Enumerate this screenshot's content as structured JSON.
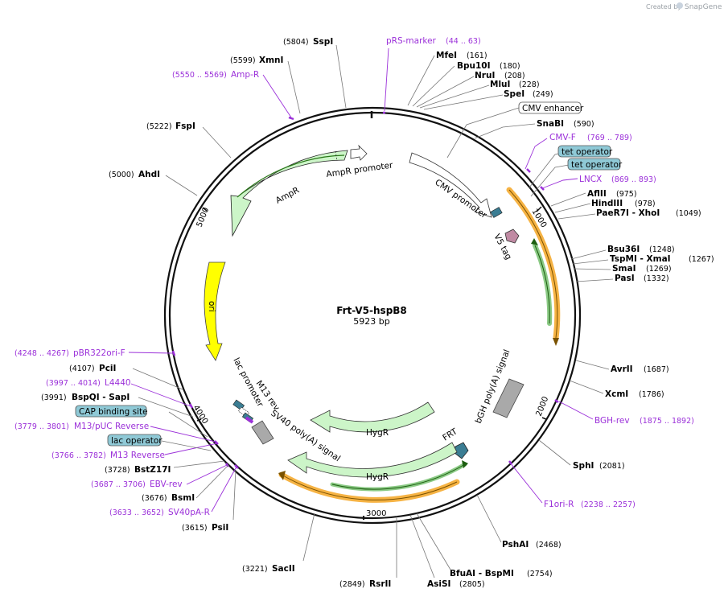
{
  "credit": {
    "prefix": "Created by",
    "brand": "SnapGene"
  },
  "map": {
    "name": "Frt-V5-hspB8",
    "length": "5923 bp"
  },
  "ruler": [
    "1000",
    "2000",
    "3000",
    "4000",
    "5000"
  ],
  "enzymes": [
    {
      "name": "SspI",
      "pos": "(5804)"
    },
    {
      "name": "XmnI",
      "pos": "(5599)"
    },
    {
      "name": "FspI",
      "pos": "(5222)"
    },
    {
      "name": "AhdI",
      "pos": "(5000)"
    },
    {
      "name": "MfeI",
      "pos": "(161)"
    },
    {
      "name": "Bpu10I",
      "pos": "(180)"
    },
    {
      "name": "NruI",
      "pos": "(208)"
    },
    {
      "name": "MluI",
      "pos": "(228)"
    },
    {
      "name": "SpeI",
      "pos": "(249)"
    },
    {
      "name": "SnaBI",
      "pos": "(590)"
    },
    {
      "name": "AflII",
      "pos": "(975)"
    },
    {
      "name": "HindIII",
      "pos": "(978)"
    },
    {
      "name": "PaeR7I - XhoI",
      "pos": "(1049)"
    },
    {
      "name": "Bsu36I",
      "pos": "(1248)"
    },
    {
      "name": "TspMI - XmaI",
      "pos": "(1267)"
    },
    {
      "name": "SmaI",
      "pos": "(1269)"
    },
    {
      "name": "PasI",
      "pos": "(1332)"
    },
    {
      "name": "AvrII",
      "pos": "(1687)"
    },
    {
      "name": "XcmI",
      "pos": "(1786)"
    },
    {
      "name": "SphI",
      "pos": "(2081)"
    },
    {
      "name": "PshAI",
      "pos": "(2468)"
    },
    {
      "name": "BfuAI - BspMI",
      "pos": "(2754)"
    },
    {
      "name": "AsiSI",
      "pos": "(2805)"
    },
    {
      "name": "RsrII",
      "pos": "(2849)"
    },
    {
      "name": "SacII",
      "pos": "(3221)"
    },
    {
      "name": "PsiI",
      "pos": "(3615)"
    },
    {
      "name": "BsmI",
      "pos": "(3676)"
    },
    {
      "name": "BstZ17I",
      "pos": "(3728)"
    },
    {
      "name": "BspQI - SapI",
      "pos": "(3991)"
    },
    {
      "name": "PciI",
      "pos": "(4107)"
    }
  ],
  "primers": [
    {
      "name": "pRS-marker",
      "range": "(44 .. 63)"
    },
    {
      "name": "Amp-R",
      "range": "(5550 .. 5569)"
    },
    {
      "name": "CMV-F",
      "range": "(769 .. 789)"
    },
    {
      "name": "LNCX",
      "range": "(869 .. 893)"
    },
    {
      "name": "BGH-rev",
      "range": "(1875 .. 1892)"
    },
    {
      "name": "F1ori-R",
      "range": "(2238 .. 2257)"
    },
    {
      "name": "pBR322ori-F",
      "range": "(4248 .. 4267)"
    },
    {
      "name": "L4440",
      "range": "(3997 .. 4014)"
    },
    {
      "name": "M13/pUC Reverse",
      "range": "(3779 .. 3801)"
    },
    {
      "name": "M13 Reverse",
      "range": "(3766 .. 3782)"
    },
    {
      "name": "EBV-rev",
      "range": "(3687 .. 3706)"
    },
    {
      "name": "SV40pA-R",
      "range": "(3633 .. 3652)"
    }
  ],
  "boxed_labels": [
    "CMV enhancer",
    "tet operator",
    "tet operator",
    "CAP binding site",
    "lac operator"
  ],
  "features": {
    "cmv_promoter": "CMV promoter",
    "v5_tag": "V5 tag",
    "ampr_promoter": "AmpR promoter",
    "ampr": "AmpR",
    "ori": "ori",
    "lac_promoter": "lac promoter",
    "m13_rev": "M13 rev",
    "sv40_polya": "SV40 poly(A) signal",
    "hygr_inner": "HygR",
    "hygr_outer": "HygR",
    "frt": "FRT",
    "bgh_polya": "bGH poly(A) signal"
  },
  "colors": {
    "backbone": "#111111",
    "primer": "#9b30d9",
    "marker_fill": "#ccf5c8",
    "ori_fill": "#ffff00",
    "promoter_fill": "#ffffff",
    "polya_fill": "#a9a9a9",
    "regulatory_fill": "#5db4c4",
    "tag_fill": "#c08aa3",
    "orf_outline": "#f5a623",
    "orf_stroke": "#2b9e20",
    "terminator_fill": "#a9a9a9"
  }
}
